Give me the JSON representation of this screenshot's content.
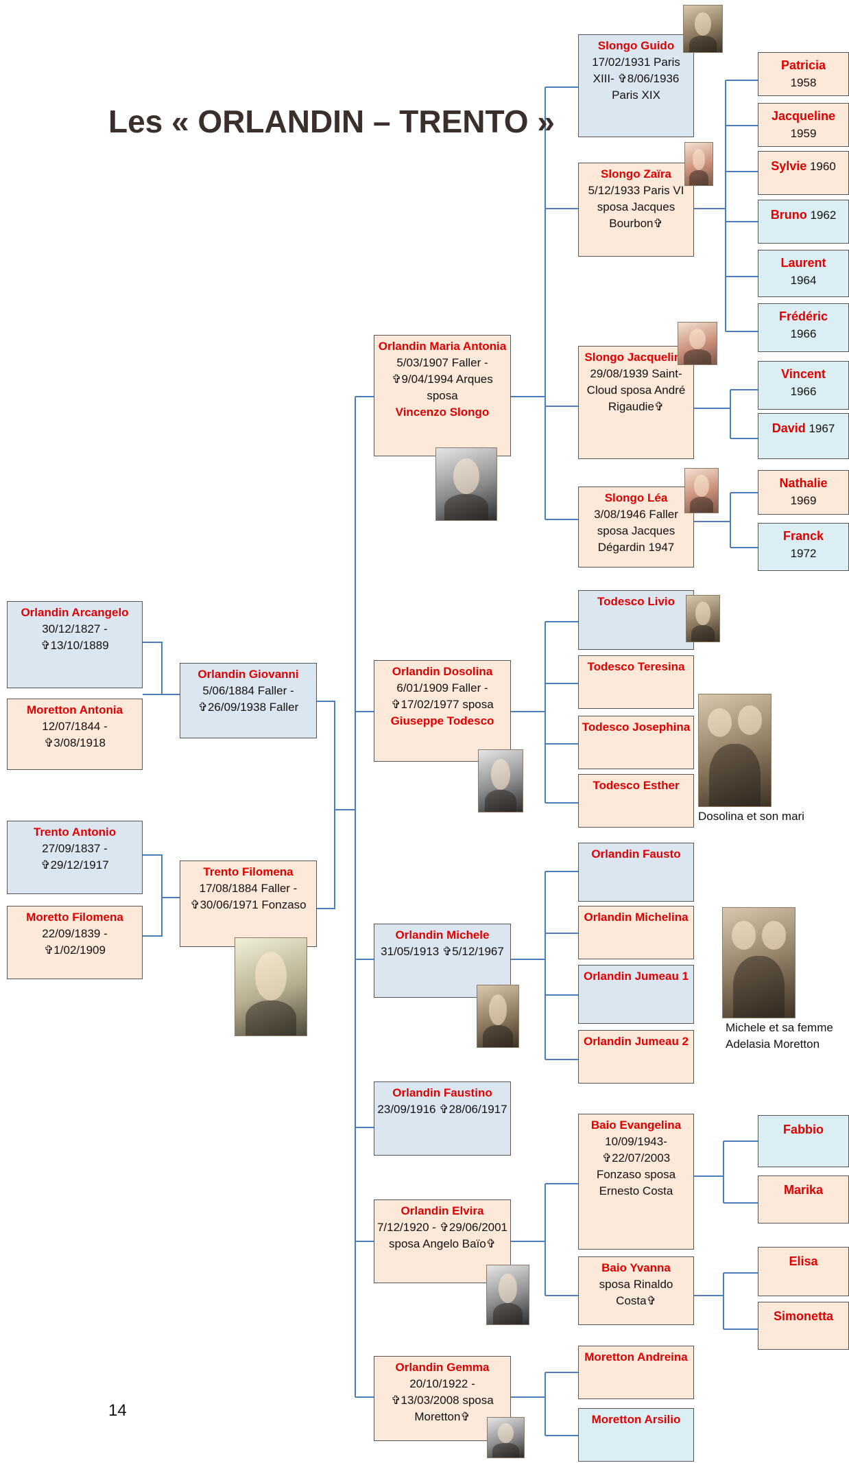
{
  "title": "Les « ORLANDIN – TRENTO »",
  "page_number": "14",
  "grandparents": {
    "arcangelo": {
      "name": "Orlandin Arcangelo",
      "dates": "30/12/1827 - ✞13/10/1889"
    },
    "moretton_antonia": {
      "name": "Moretton Antonia",
      "dates": "12/07/1844 - ✞3/08/1918"
    },
    "trento_antonio": {
      "name": "Trento Antonio",
      "dates": "27/09/1837 - ✞29/12/1917"
    },
    "moretto_filomena": {
      "name": "Moretto Filomena",
      "dates": "22/09/1839 - ✞1/02/1909"
    }
  },
  "parents": {
    "giovanni": {
      "name": "Orlandin Giovanni",
      "dates": "5/06/1884 Faller - ✞26/09/1938 Faller"
    },
    "filomena": {
      "name": "Trento Filomena",
      "dates": "17/08/1884 Faller - ✞30/06/1971 Fonzaso"
    }
  },
  "children": {
    "maria_antonia": {
      "name": "Orlandin Maria Antonia",
      "dates": "5/03/1907 Faller - ✞9/04/1994 Arques sposa",
      "spouse": "Vincenzo Slongo"
    },
    "dosolina": {
      "name": "Orlandin Dosolina",
      "dates": "6/01/1909 Faller - ✞17/02/1977 sposa",
      "spouse": "Giuseppe Todesco"
    },
    "michele": {
      "name": "Orlandin Michele",
      "dates": "31/05/1913 ✞5/12/1967"
    },
    "faustino": {
      "name": "Orlandin Faustino",
      "dates": "23/09/1916 ✞28/06/1917"
    },
    "elvira": {
      "name": "Orlandin Elvira",
      "dates": "7/12/1920 - ✞29/06/2001 sposa Angelo Baïo✞"
    },
    "gemma": {
      "name": "Orlandin Gemma",
      "dates": "20/10/1922 - ✞13/03/2008 sposa Moretton✞"
    }
  },
  "grandchildren": {
    "guido": {
      "name": "Slongo Guido",
      "dates": "17/02/1931 Paris XIII- ✞8/06/1936 Paris XIX"
    },
    "zaira": {
      "name": "Slongo Zaïra",
      "dates": "5/12/1933 Paris VI sposa Jacques Bourbon✞"
    },
    "jacqueline": {
      "name": "Slongo Jacqueline",
      "dates": "29/08/1939 Saint-Cloud sposa André Rigaudie✞"
    },
    "lea": {
      "name": "Slongo Léa",
      "dates": "3/08/1946 Faller sposa Jacques Dégardin 1947"
    },
    "livio": {
      "name": "Todesco Livio"
    },
    "teresina": {
      "name": "Todesco Teresina"
    },
    "josephina": {
      "name": "Todesco Josephina"
    },
    "esther": {
      "name": "Todesco Esther"
    },
    "fausto": {
      "name": "Orlandin Fausto"
    },
    "michelina": {
      "name": "Orlandin Michelina"
    },
    "jumeau1": {
      "name": "Orlandin Jumeau 1"
    },
    "jumeau2": {
      "name": "Orlandin Jumeau 2"
    },
    "evangelina": {
      "name": "Baio Evangelina",
      "dates": "10/09/1943- ✞22/07/2003 Fonzaso sposa Ernesto Costa"
    },
    "yvanna": {
      "name": "Baio Yvanna",
      "dates": "sposa Rinaldo Costa✞"
    },
    "andreina": {
      "name": "Moretton Andreina"
    },
    "arsilio": {
      "name": "Moretton Arsilio"
    }
  },
  "great_grandchildren": {
    "patricia": {
      "name": "Patricia",
      "year": "1958"
    },
    "jacqueline_g": {
      "name": "Jacqueline",
      "year": "1959"
    },
    "sylvie": {
      "name": "Sylvie",
      "year": "1960"
    },
    "bruno": {
      "name": "Bruno",
      "year": "1962"
    },
    "laurent": {
      "name": "Laurent",
      "year": "1964"
    },
    "frederic": {
      "name": "Frédéric",
      "year": "1966"
    },
    "vincent": {
      "name": "Vincent",
      "year": "1966"
    },
    "david": {
      "name": "David",
      "year": "1967"
    },
    "nathalie": {
      "name": "Nathalie",
      "year": "1969"
    },
    "franck": {
      "name": "Franck",
      "year": "1972"
    },
    "fabbio": {
      "name": "Fabbio"
    },
    "marika": {
      "name": "Marika"
    },
    "elisa": {
      "name": "Elisa"
    },
    "simonetta": {
      "name": "Simonetta"
    }
  },
  "captions": {
    "dosolina_couple": "Dosolina et son mari",
    "michele_couple": "Michele et sa femme Adelasia Moretton"
  },
  "colors": {
    "male_box": "#dce6f1",
    "female_box": "#fde9d9",
    "child_box": "#daeef3",
    "name_red": "#e00000",
    "connector_blue": "#4a7ebb",
    "title_brown": "#3b2f2b"
  }
}
